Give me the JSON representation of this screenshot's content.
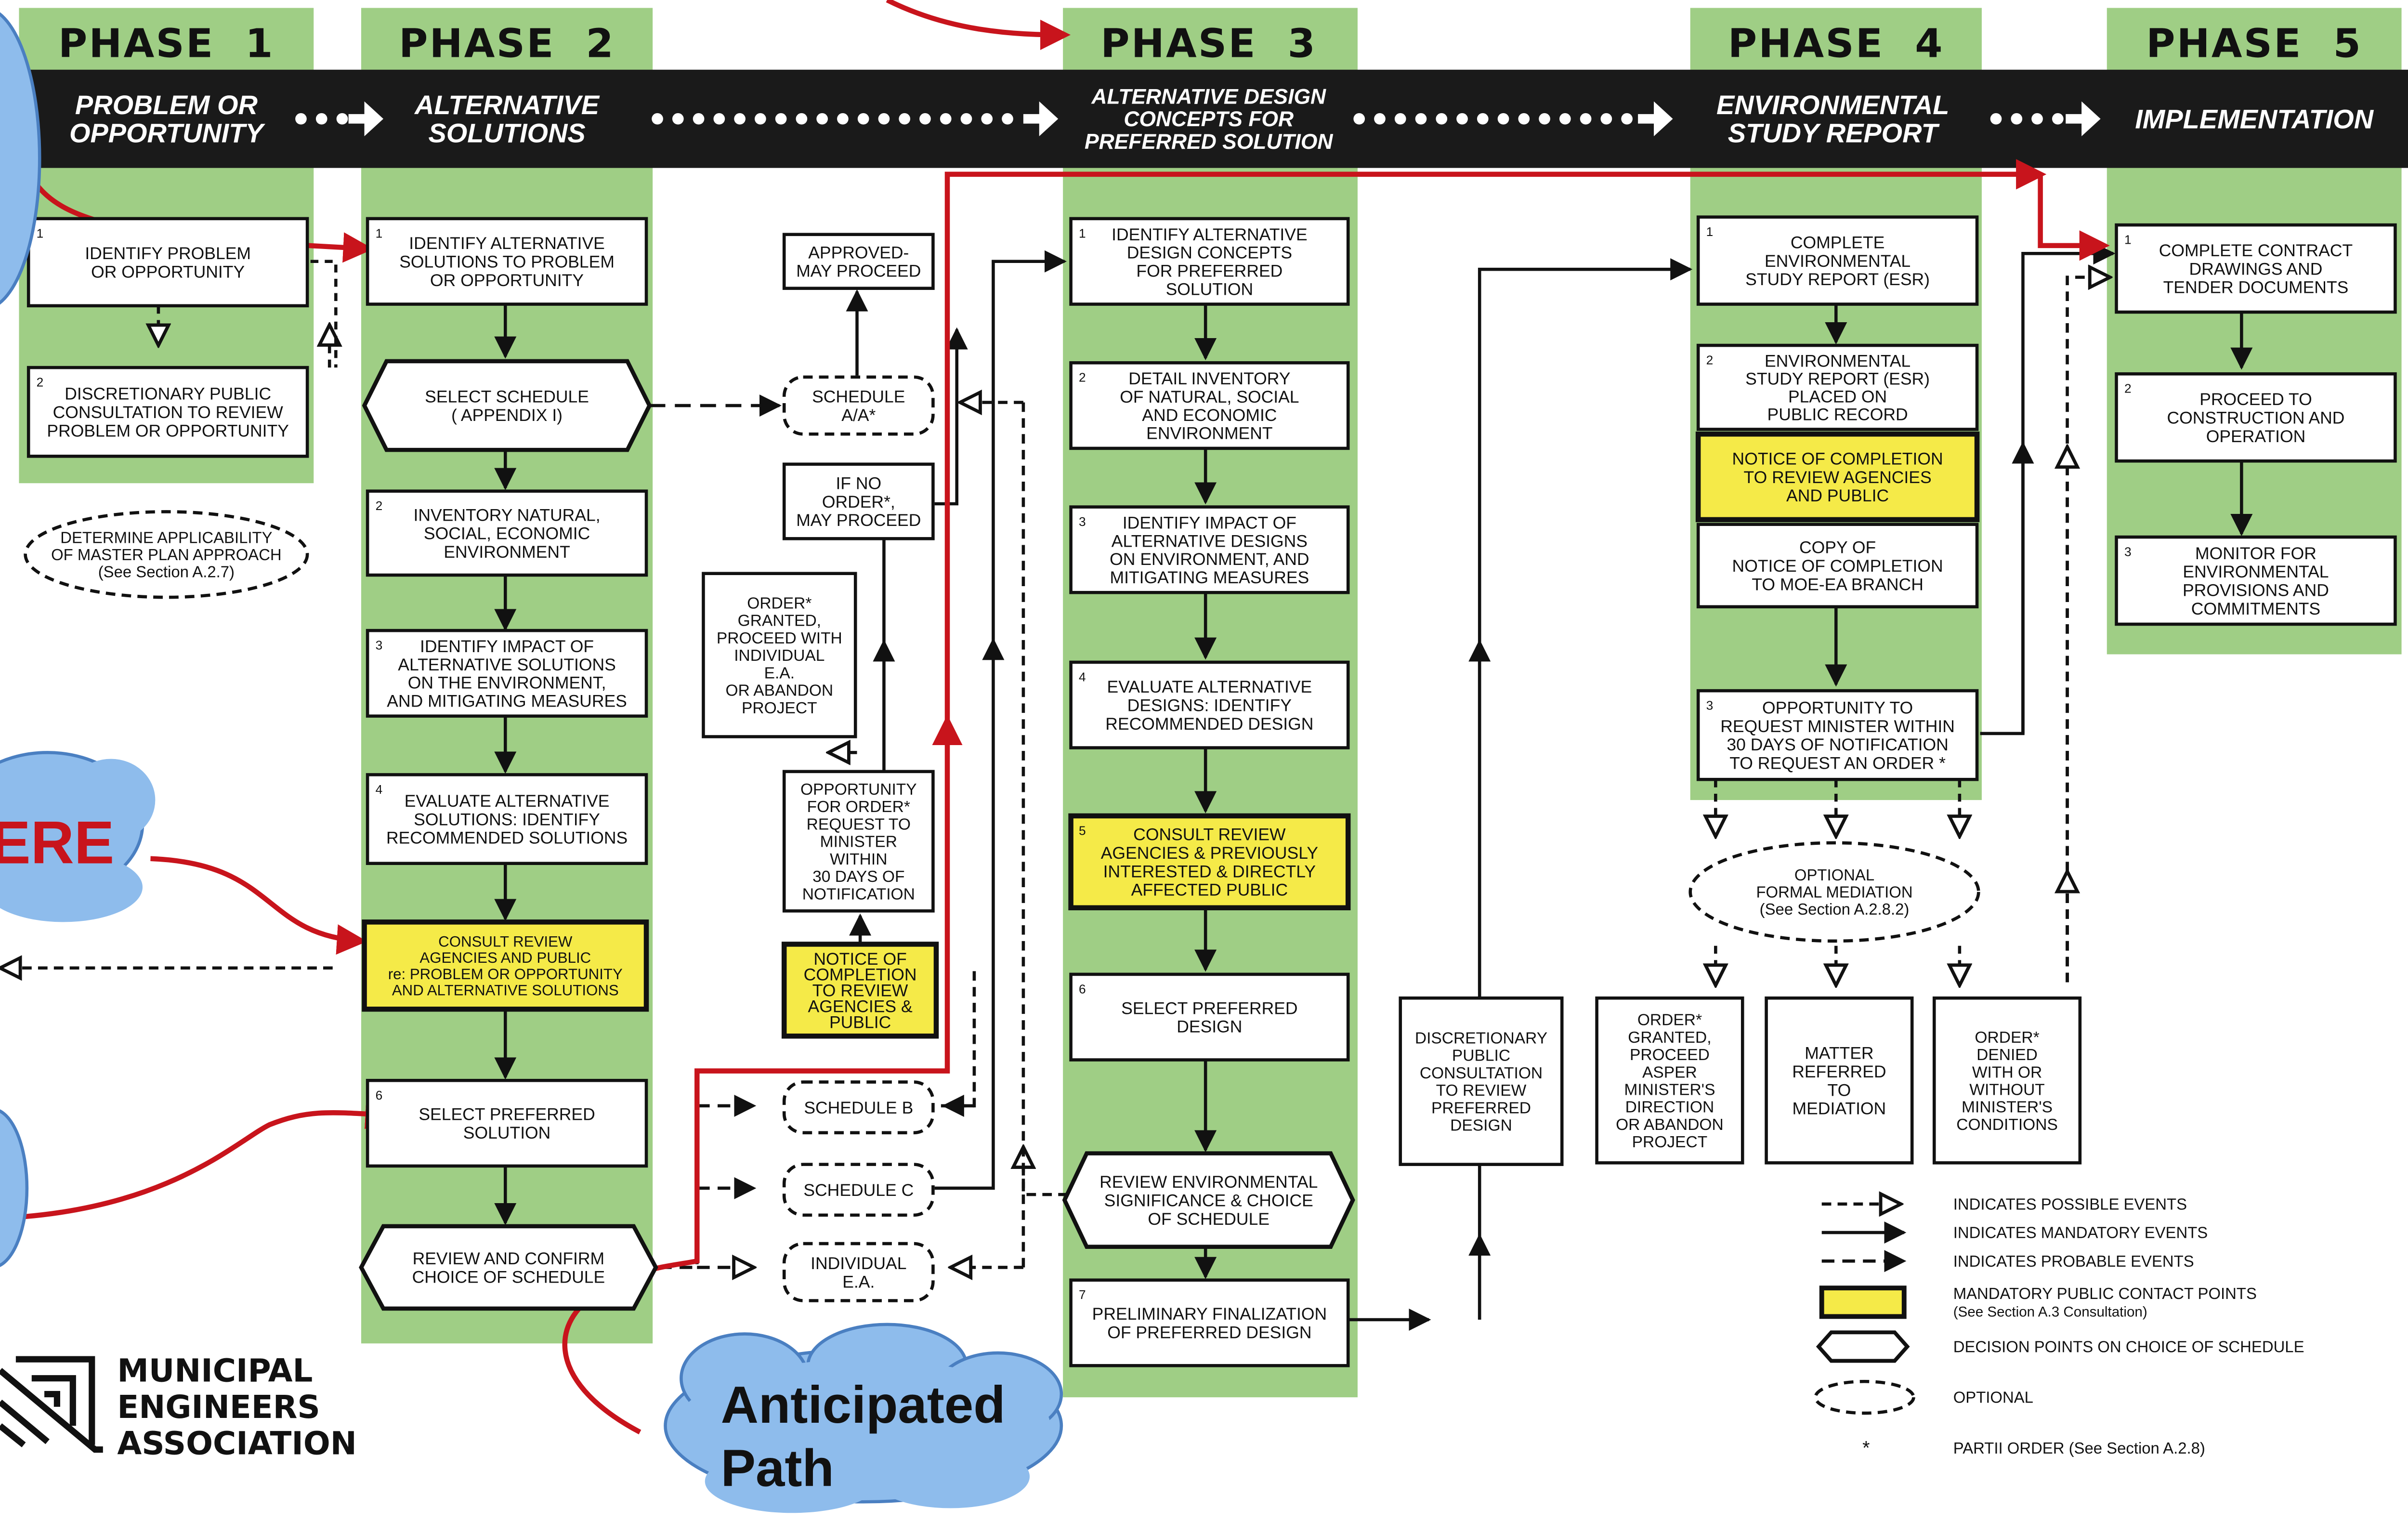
{
  "colors": {
    "phase_green": "#9fce85",
    "band_black": "#1a1a1a",
    "highlight_yellow": "#f5ea48",
    "flow_red": "#c8141c",
    "cloud_blue": "#8ebcec"
  },
  "phases": [
    {
      "label": "PHASE  1",
      "band": [
        "PROBLEM OR",
        "OPPORTUNITY"
      ]
    },
    {
      "label": "PHASE  2",
      "band": [
        "ALTERNATIVE",
        "SOLUTIONS"
      ]
    },
    {
      "label": "PHASE  3",
      "band": [
        "ALTERNATIVE DESIGN",
        "CONCEPTS FOR",
        "PREFERRED SOLUTION"
      ]
    },
    {
      "label": "PHASE  4",
      "band": [
        "ENVIRONMENTAL",
        "STUDY REPORT"
      ]
    },
    {
      "label": "PHASE  5",
      "band": [
        "IMPLEMENTATION"
      ]
    }
  ],
  "boxes": {
    "p1_1": {
      "num": "1",
      "lines": [
        "IDENTIFY PROBLEM",
        "OR OPPORTUNITY"
      ]
    },
    "p1_2": {
      "num": "2",
      "lines": [
        "DISCRETIONARY PUBLIC",
        "CONSULTATION TO REVIEW",
        "PROBLEM OR OPPORTUNITY"
      ]
    },
    "p1_opt": {
      "lines": [
        "DETERMINE APPLICABILITY",
        "OF MASTER PLAN APPROACH",
        "(See Section A.2.7)"
      ]
    },
    "p2_1": {
      "num": "1",
      "lines": [
        "IDENTIFY ALTERNATIVE",
        "SOLUTIONS TO PROBLEM",
        "OR OPPORTUNITY"
      ]
    },
    "p2_sched": {
      "lines": [
        "SELECT SCHEDULE",
        "( APPENDIX  I)"
      ]
    },
    "p2_2": {
      "num": "2",
      "lines": [
        "INVENTORY NATURAL,",
        "SOCIAL, ECONOMIC",
        "ENVIRONMENT"
      ]
    },
    "p2_3": {
      "num": "3",
      "lines": [
        "IDENTIFY IMPACT OF",
        "ALTERNATIVE SOLUTIONS",
        "ON THE ENVIRONMENT,",
        "AND MITIGATING MEASURES"
      ]
    },
    "p2_4": {
      "num": "4",
      "lines": [
        "EVALUATE ALTERNATIVE",
        "SOLUTIONS: IDENTIFY",
        "RECOMMENDED SOLUTIONS"
      ]
    },
    "p2_5": {
      "lines": [
        "CONSULT REVIEW",
        "AGENCIES AND PUBLIC",
        "re: PROBLEM OR OPPORTUNITY",
        "AND ALTERNATIVE SOLUTIONS"
      ]
    },
    "p2_6": {
      "num": "6",
      "lines": [
        "SELECT PREFERRED",
        "SOLUTION"
      ]
    },
    "p2_review": {
      "lines": [
        "REVIEW AND CONFIRM",
        "CHOICE OF SCHEDULE"
      ]
    },
    "approved": {
      "lines": [
        "APPROVED-",
        "MAY PROCEED"
      ]
    },
    "sched_aa": {
      "lines": [
        "SCHEDULE",
        "A/A*"
      ]
    },
    "ifno": {
      "lines": [
        "IF NO",
        "ORDER*,",
        "MAY PROCEED"
      ]
    },
    "order_granted": {
      "lines": [
        "ORDER*",
        "GRANTED,",
        "PROCEED WITH",
        "INDIVIDUAL",
        "E.A.",
        "OR ABANDON",
        "PROJECT"
      ]
    },
    "opportunity": {
      "lines": [
        "OPPORTUNITY",
        "FOR ORDER*",
        "REQUEST TO",
        "MINISTER",
        "WITHIN",
        "30 DAYS OF",
        "NOTIFICATION"
      ]
    },
    "notice_p2": {
      "lines": [
        "NOTICE OF",
        "COMPLETION",
        "TO REVIEW",
        "AGENCIES &",
        "PUBLIC"
      ]
    },
    "sched_b": {
      "lines": [
        "SCHEDULE  B"
      ]
    },
    "sched_c": {
      "lines": [
        "SCHEDULE  C"
      ]
    },
    "indiv_ea": {
      "lines": [
        "INDIVIDUAL",
        "E.A."
      ]
    },
    "p3_1": {
      "num": "1",
      "lines": [
        "IDENTIFY ALTERNATIVE",
        "DESIGN CONCEPTS",
        "FOR PREFERRED",
        "SOLUTION"
      ]
    },
    "p3_2": {
      "num": "2",
      "lines": [
        "DETAIL INVENTORY",
        "OF NATURAL, SOCIAL",
        "AND ECONOMIC",
        "ENVIRONMENT"
      ]
    },
    "p3_3": {
      "num": "3",
      "lines": [
        "IDENTIFY IMPACT OF",
        "ALTERNATIVE DESIGNS",
        "ON ENVIRONMENT, AND",
        "MITIGATING MEASURES"
      ]
    },
    "p3_4": {
      "num": "4",
      "lines": [
        "EVALUATE ALTERNATIVE",
        "DESIGNS: IDENTIFY",
        "RECOMMENDED DESIGN"
      ]
    },
    "p3_5": {
      "num": "5",
      "lines": [
        "CONSULT REVIEW",
        "AGENCIES & PREVIOUSLY",
        "INTERESTED & DIRECTLY",
        "AFFECTED PUBLIC"
      ]
    },
    "p3_6": {
      "num": "6",
      "lines": [
        "SELECT PREFERRED",
        "DESIGN"
      ]
    },
    "p3_review": {
      "lines": [
        "REVIEW ENVIRONMENTAL",
        "SIGNIFICANCE & CHOICE",
        "OF SCHEDULE"
      ]
    },
    "p3_7": {
      "num": "7",
      "lines": [
        "PRELIMINARY FINALIZATION",
        "OF PREFERRED DESIGN"
      ]
    },
    "disc_public": {
      "lines": [
        "DISCRETIONARY",
        "PUBLIC",
        "CONSULTATION",
        "TO REVIEW",
        "PREFERRED",
        "DESIGN"
      ]
    },
    "p4_1": {
      "num": "1",
      "lines": [
        "COMPLETE",
        "ENVIRONMENTAL",
        "STUDY REPORT (ESR)"
      ]
    },
    "p4_2": {
      "num": "2",
      "lines": [
        "ENVIRONMENTAL",
        "STUDY REPORT (ESR)",
        "PLACED ON",
        "PUBLIC RECORD"
      ]
    },
    "p4_notice": {
      "lines": [
        "NOTICE OF COMPLETION",
        "TO REVIEW AGENCIES",
        "AND PUBLIC"
      ]
    },
    "p4_copy": {
      "lines": [
        "COPY OF",
        "NOTICE OF COMPLETION",
        "TO MOE-EA BRANCH"
      ]
    },
    "p4_3": {
      "num": "3",
      "lines": [
        "OPPORTUNITY  TO",
        "REQUEST MINISTER WITHIN",
        "30 DAYS OF NOTIFICATION",
        "TO REQUEST AN ORDER *"
      ]
    },
    "mediation": {
      "lines": [
        "OPTIONAL",
        "FORMAL MEDIATION",
        "(See Section A.2.8.2)"
      ]
    },
    "order_asper": {
      "lines": [
        "ORDER*",
        "GRANTED,",
        "PROCEED",
        "ASPER",
        "MINISTER'S",
        "DIRECTION",
        "OR ABANDON",
        "PROJECT"
      ]
    },
    "matter": {
      "lines": [
        "MATTER",
        "REFERRED",
        "TO",
        "MEDIATION"
      ]
    },
    "order_denied": {
      "lines": [
        "ORDER*",
        "DENIED",
        "WITH OR",
        "WITHOUT",
        "MINISTER'S",
        "CONDITIONS"
      ]
    },
    "p5_1": {
      "num": "1",
      "lines": [
        "COMPLETE CONTRACT",
        "DRAWINGS AND",
        "TENDER DOCUMENTS"
      ]
    },
    "p5_2": {
      "num": "2",
      "lines": [
        "PROCEED TO",
        "CONSTRUCTION AND",
        "OPERATION"
      ]
    },
    "p5_3": {
      "num": "3",
      "lines": [
        "MONITOR FOR",
        "ENVIRONMENTAL",
        "PROVISIONS AND",
        "COMMITMENTS"
      ]
    }
  },
  "legend": [
    {
      "symbol": "possible",
      "lines": [
        "INDICATES POSSIBLE EVENTS"
      ]
    },
    {
      "symbol": "mandatory",
      "lines": [
        "INDICATES  MANDATORY EVENTS"
      ]
    },
    {
      "symbol": "probable",
      "lines": [
        "INDICATES PROBABLE EVENTS"
      ]
    },
    {
      "symbol": "contact",
      "lines": [
        "MANDATORY PUBLIC CONTACT POINTS",
        "(See Section A.3 Consultation)"
      ]
    },
    {
      "symbol": "decision",
      "lines": [
        "DECISION POINTS ON CHOICE OF SCHEDULE"
      ]
    },
    {
      "symbol": "optional",
      "lines": [
        "OPTIONAL"
      ]
    },
    {
      "symbol": "star",
      "lines": [
        "PARTII ORDER (See Section A.2.8)"
      ]
    }
  ],
  "legend_star": "*",
  "logo_lines": [
    "MUNICIPAL",
    "ENGINEERS",
    "ASSOCIATION"
  ],
  "clouds": {
    "here_text": "ERE",
    "anticipated": [
      "Anticipated",
      "Path"
    ]
  }
}
